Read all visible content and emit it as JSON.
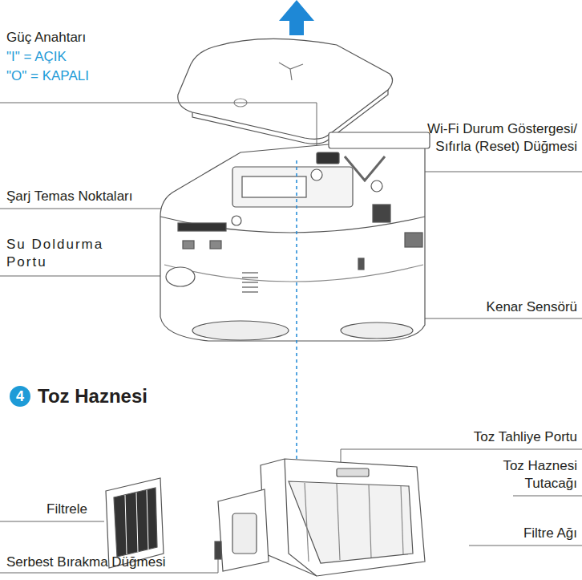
{
  "diagram": {
    "nodes": [
      {
        "text": [
          "4",
          "Toz Haznesi"
        ]
      }
    ],
    "labels": [
      "Güç Anahtarı",
      "\"I\" = AÇIK",
      "\"O\" = KAPALI",
      "Wi-Fi Durum Göstergesi/ Sıfırla (Reset) Düğmesi",
      "Şarj Temas Noktaları",
      "Su Doldurma Portu",
      "Kenar Sensörü",
      "Toz Tahliye Portu",
      "Toz Haznesi Tutacağı",
      "Filtrele",
      "Filtre Ağı",
      "Serbest Bırakma Düğmesi"
    ]
  }
}
